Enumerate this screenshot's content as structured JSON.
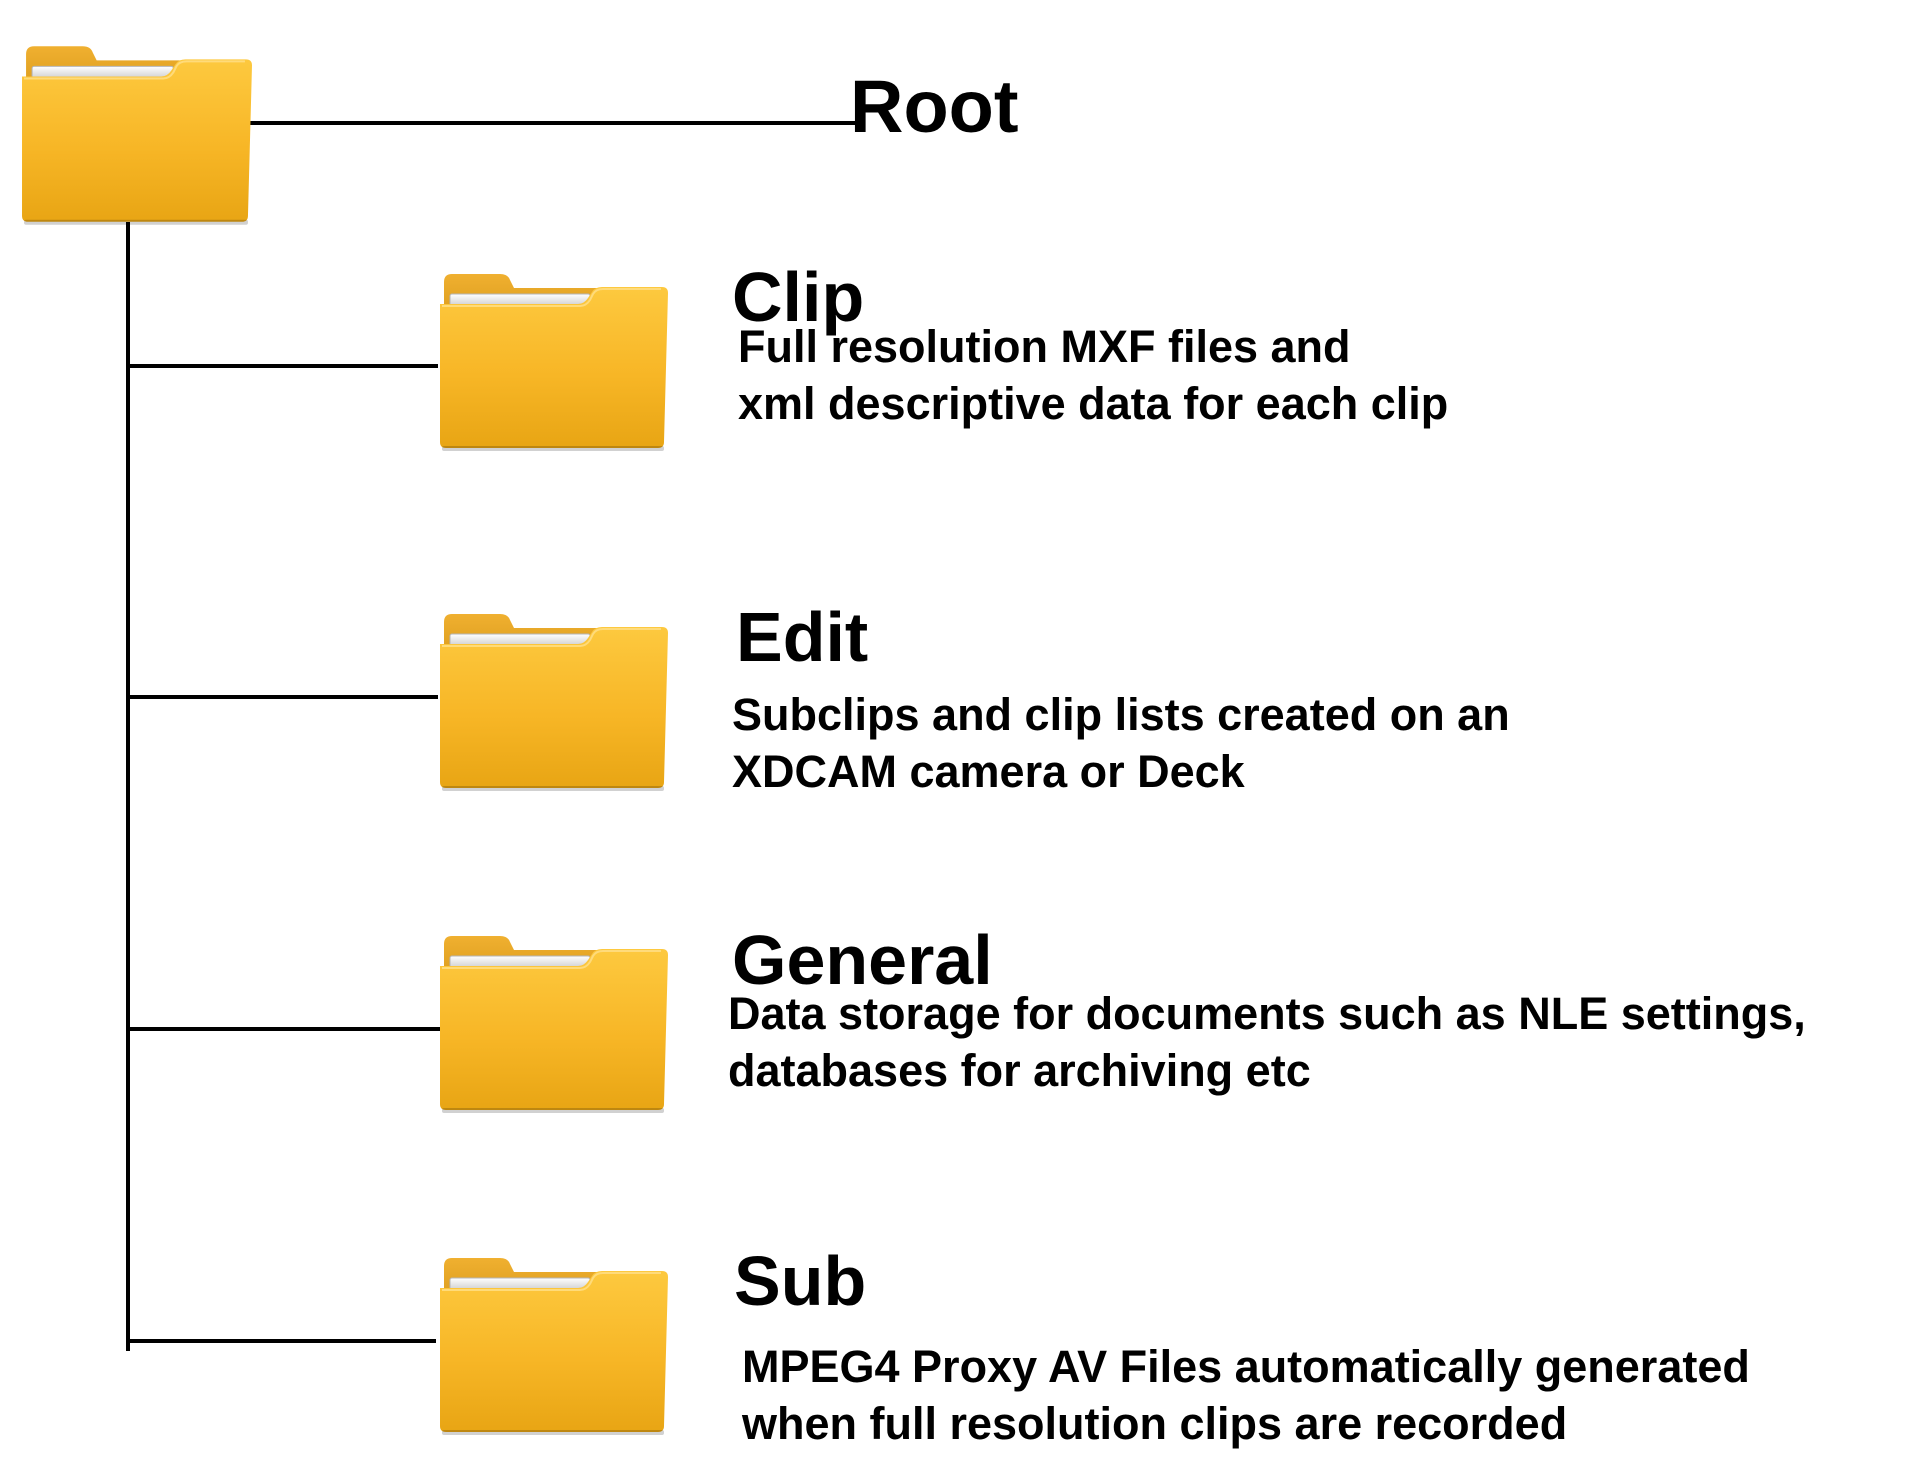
{
  "root": {
    "label": "Root",
    "icon": "folder-icon"
  },
  "folders": [
    {
      "id": "clip",
      "label": "Clip",
      "icon": "folder-icon",
      "description": [
        "Full resolution MXF files and",
        "xml descriptive data for each clip"
      ]
    },
    {
      "id": "edit",
      "label": "Edit",
      "icon": "folder-icon",
      "description": [
        "Subclips and clip lists created on an",
        "XDCAM camera or Deck"
      ]
    },
    {
      "id": "general",
      "label": "General",
      "icon": "folder-icon",
      "description": [
        "Data storage for documents such as NLE settings,",
        "databases for archiving etc"
      ]
    },
    {
      "id": "sub",
      "label": "Sub",
      "icon": "folder-icon",
      "description": [
        "MPEG4 Proxy AV Files automatically generated",
        "when full resolution clips are recorded"
      ]
    }
  ],
  "colors": {
    "folder_front_top": "#fcc43a",
    "folder_front_bottom": "#e8a514",
    "folder_back": "#dfa018",
    "paper": "#f4f4f4",
    "line": "#000000"
  }
}
